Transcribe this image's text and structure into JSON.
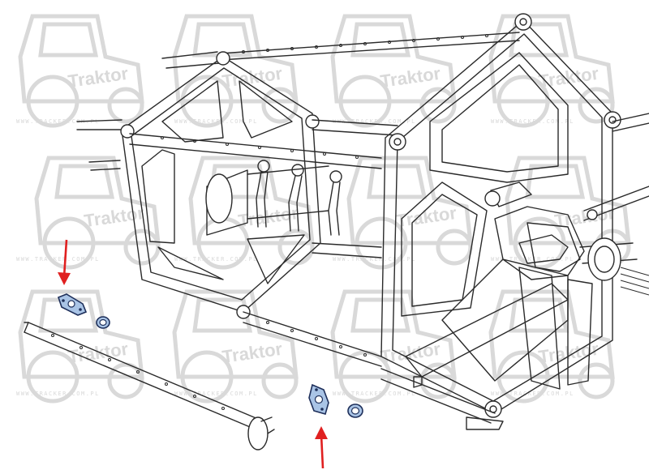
{
  "watermark": {
    "brand": "Traktor",
    "url": "WWW.TRACKER.COM.PL",
    "color": "#d9d9d9"
  },
  "colors": {
    "arrow": "#e02020",
    "highlight_part": "#a9c4e6",
    "line": "#2a2a2a"
  },
  "parts": [
    {
      "name": "flange-plate-left"
    },
    {
      "name": "bushing-left"
    },
    {
      "name": "flange-plate-right"
    },
    {
      "name": "bushing-right"
    }
  ],
  "callouts": [
    {
      "name": "arrow-down-left",
      "direction": "down"
    },
    {
      "name": "arrow-up-right",
      "direction": "up"
    }
  ]
}
